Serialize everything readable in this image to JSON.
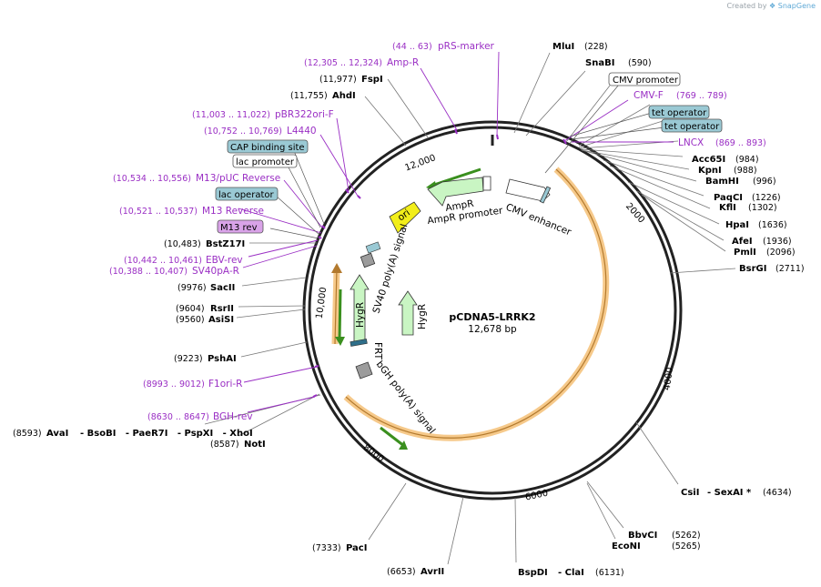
{
  "watermark": {
    "prefix": "Created by",
    "brand": "SnapGene"
  },
  "plasmid": {
    "name": "pCDNA5-LRRK2",
    "size_label": "12,678 bp"
  },
  "scale_ticks": [
    "2000",
    "4000",
    "6000",
    "8000",
    "10,000",
    "12,000"
  ],
  "enzymes": [
    {
      "name": "MluI",
      "pos": "(228)"
    },
    {
      "name": "SnaBI",
      "pos": "(590)"
    },
    {
      "name": "Acc65I",
      "pos": "(984)"
    },
    {
      "name": "KpnI",
      "pos": "(988)"
    },
    {
      "name": "BamHI",
      "pos": "(996)"
    },
    {
      "name": "PaqCI",
      "pos": "(1226)"
    },
    {
      "name": "KflI",
      "pos": "(1302)"
    },
    {
      "name": "HpaI",
      "pos": "(1636)"
    },
    {
      "name": "AfeI",
      "pos": "(1936)"
    },
    {
      "name": "PmlI",
      "pos": "(2096)"
    },
    {
      "name": "BsrGI",
      "pos": "(2711)"
    },
    {
      "name": "CsiI",
      "name2": "- SexAI *",
      "pos": "(4634)"
    },
    {
      "name": "BbvCI",
      "pos": "(5262)"
    },
    {
      "name": "EcoNI",
      "pos": "(5265)"
    },
    {
      "name": "BspDI",
      "name2": "- ClaI",
      "pos": "(6131)"
    },
    {
      "name": "AvrII",
      "pos": "(6653)"
    },
    {
      "name": "PacI",
      "pos": "(7333)"
    },
    {
      "name": "NotI",
      "pos": "(8587)"
    },
    {
      "name": "AvaI",
      "name2": "- BsoBI   - PaeR7I   - PspXI   - XhoI",
      "pos": "(8593)"
    },
    {
      "name": "PshAI",
      "pos": "(9223)"
    },
    {
      "name": "AsiSI",
      "pos": "(9560)"
    },
    {
      "name": "RsrII",
      "pos": "(9604)"
    },
    {
      "name": "SacII",
      "pos": "(9976)"
    },
    {
      "name": "BstZ17I",
      "pos": "(10,483)"
    },
    {
      "name": "AhdI",
      "pos": "(11,755)"
    },
    {
      "name": "FspI",
      "pos": "(11,977)"
    }
  ],
  "primers": [
    {
      "name": "pRS-marker",
      "range": "(44 .. 63)"
    },
    {
      "name": "Amp-R",
      "range": "(12,305 .. 12,324)"
    },
    {
      "name": "CMV-F",
      "range": "(769 .. 789)"
    },
    {
      "name": "LNCX",
      "range": "(869 .. 893)"
    },
    {
      "name": "pBR322ori-F",
      "range": "(11,003 .. 11,022)"
    },
    {
      "name": "L4440",
      "range": "(10,752 .. 10,769)"
    },
    {
      "name": "M13/pUC Reverse",
      "range": "(10,534 .. 10,556)"
    },
    {
      "name": "M13 Reverse",
      "range": "(10,521 .. 10,537)"
    },
    {
      "name": "EBV-rev",
      "range": "(10,442 .. 10,461)"
    },
    {
      "name": "SV40pA-R",
      "range": "(10,388 .. 10,407)"
    },
    {
      "name": "F1ori-R",
      "range": "(8993 .. 9012)"
    },
    {
      "name": "BGH-rev",
      "range": "(8630 .. 8647)"
    }
  ],
  "boxed_features": [
    {
      "name": "CMV promoter",
      "color": "#ffffff"
    },
    {
      "name": "tet operator",
      "color": "#9ac9d4"
    },
    {
      "name": "tet operator",
      "color": "#9ac9d4"
    },
    {
      "name": "CAP binding site",
      "color": "#9ac9d4"
    },
    {
      "name": "lac promoter",
      "color": "#ffffff"
    },
    {
      "name": "lac operator",
      "color": "#9ac9d4"
    },
    {
      "name": "M13 rev",
      "color": "#d9a3e8"
    }
  ],
  "inner_features": [
    {
      "name": "AmpR"
    },
    {
      "name": "AmpR promoter"
    },
    {
      "name": "CMV enhancer"
    },
    {
      "name": "ori"
    },
    {
      "name": "SV40 poly(A) signal"
    },
    {
      "name": "HygR"
    },
    {
      "name": "HygR"
    },
    {
      "name": "FRT"
    },
    {
      "name": "bGH poly(A) signal"
    }
  ],
  "colors": {
    "orf": "#f6c98a",
    "resistance": "#c9f5c3",
    "ori": "#f2ee1a",
    "primer": "#9a2fc4",
    "enzyme_line": "#777777"
  }
}
